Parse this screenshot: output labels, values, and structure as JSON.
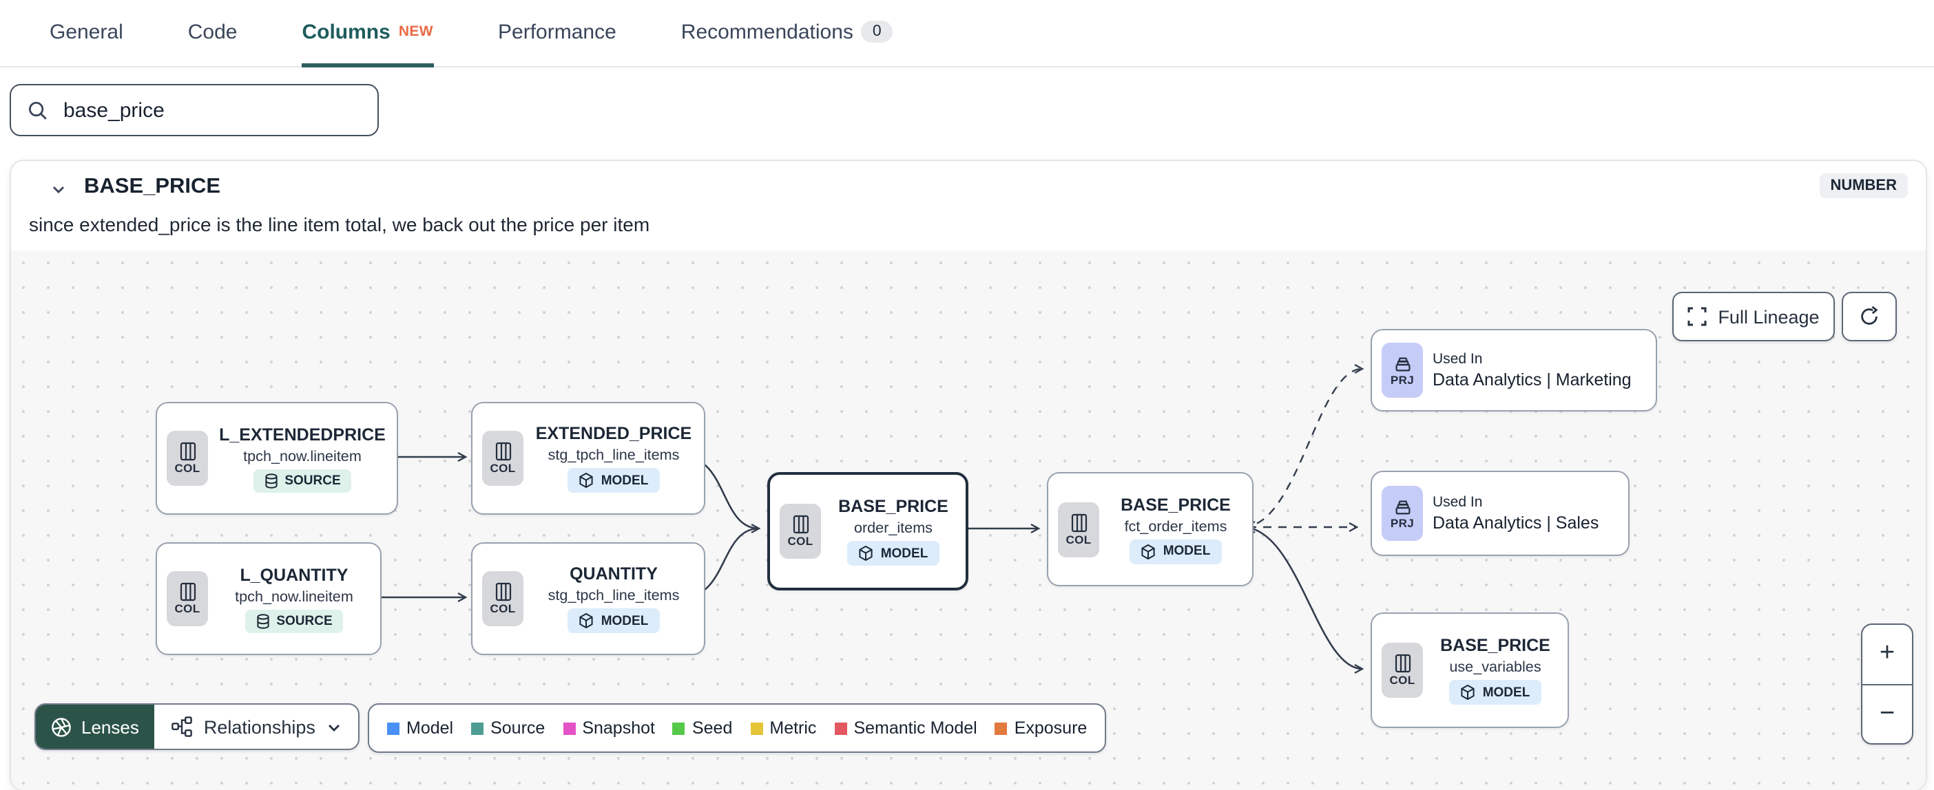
{
  "tabs": {
    "items": [
      {
        "label": "General"
      },
      {
        "label": "Code"
      },
      {
        "label": "Columns",
        "badge": "NEW"
      },
      {
        "label": "Performance"
      },
      {
        "label": "Recommendations",
        "count": "0"
      }
    ]
  },
  "search": {
    "value": "base_price"
  },
  "column": {
    "name": "BASE_PRICE",
    "type": "NUMBER",
    "description": "since extended_price is the line item total, we back out the price per item"
  },
  "lineage": {
    "buttons": {
      "full_lineage": "Full Lineage",
      "lenses": "Lenses",
      "relationships": "Relationships",
      "zoom_in": "+",
      "zoom_out": "−"
    },
    "legend": {
      "items": [
        {
          "label": "Model",
          "color": "#4a90f4"
        },
        {
          "label": "Source",
          "color": "#4d9d92"
        },
        {
          "label": "Snapshot",
          "color": "#e353c5"
        },
        {
          "label": "Seed",
          "color": "#57c94a"
        },
        {
          "label": "Metric",
          "color": "#e5c438"
        },
        {
          "label": "Semantic Model",
          "color": "#e25760"
        },
        {
          "label": "Exposure",
          "color": "#e2793f"
        }
      ]
    },
    "nodes": [
      {
        "kind": "COL",
        "title": "L_EXTENDEDPRICE",
        "subtitle": "tpch_now.lineitem",
        "badge": "SOURCE"
      },
      {
        "kind": "COL",
        "title": "EXTENDED_PRICE",
        "subtitle": "stg_tpch_line_items",
        "badge": "MODEL"
      },
      {
        "kind": "COL",
        "title": "L_QUANTITY",
        "subtitle": "tpch_now.lineitem",
        "badge": "SOURCE"
      },
      {
        "kind": "COL",
        "title": "QUANTITY",
        "subtitle": "stg_tpch_line_items",
        "badge": "MODEL"
      },
      {
        "kind": "COL",
        "title": "BASE_PRICE",
        "subtitle": "order_items",
        "badge": "MODEL"
      },
      {
        "kind": "COL",
        "title": "BASE_PRICE",
        "subtitle": "fct_order_items",
        "badge": "MODEL"
      },
      {
        "kind": "PRJ",
        "label": "Used In",
        "title": "Data Analytics | Marketing"
      },
      {
        "kind": "PRJ",
        "label": "Used In",
        "title": "Data Analytics | Sales"
      },
      {
        "kind": "COL",
        "title": "BASE_PRICE",
        "subtitle": "use_variables",
        "badge": "MODEL"
      }
    ]
  }
}
